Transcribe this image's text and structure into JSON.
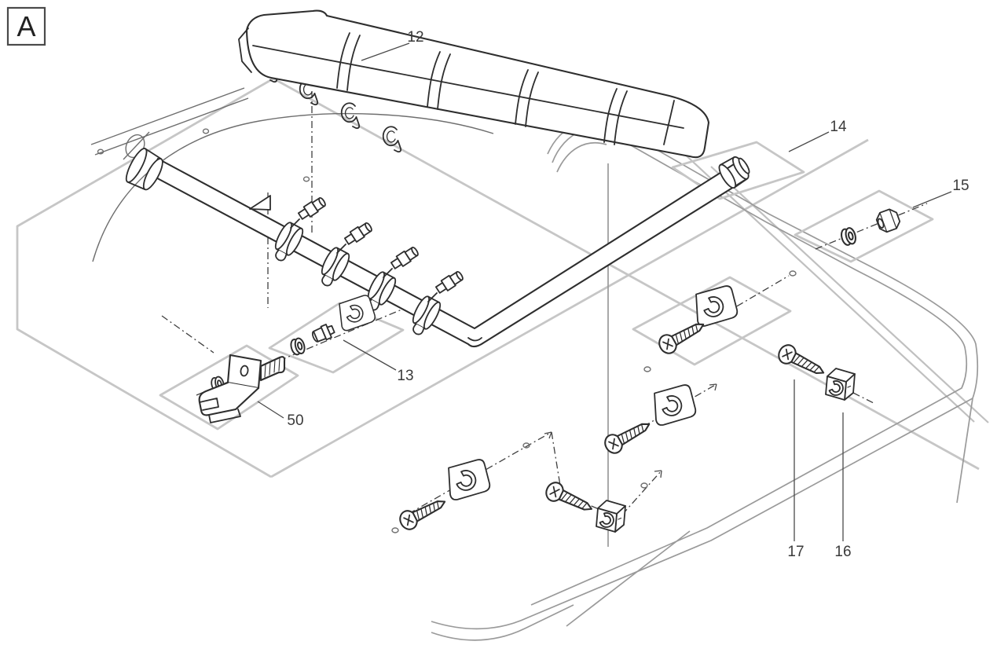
{
  "figure": {
    "view_label": "A"
  },
  "labels": [
    {
      "id": "12",
      "text": "12"
    },
    {
      "id": "14",
      "text": "14"
    },
    {
      "id": "15",
      "text": "15"
    },
    {
      "id": "13",
      "text": "13"
    },
    {
      "id": "50",
      "text": "50"
    },
    {
      "id": "17",
      "text": "17"
    },
    {
      "id": "16",
      "text": "16"
    }
  ],
  "colors": {
    "ink": "#2e2e2e",
    "shell": "#c6c6c6",
    "tray": "#9a9a9a",
    "detail": "#6e6e6e",
    "label": "#3a3a3a",
    "bg": "#ffffff"
  }
}
